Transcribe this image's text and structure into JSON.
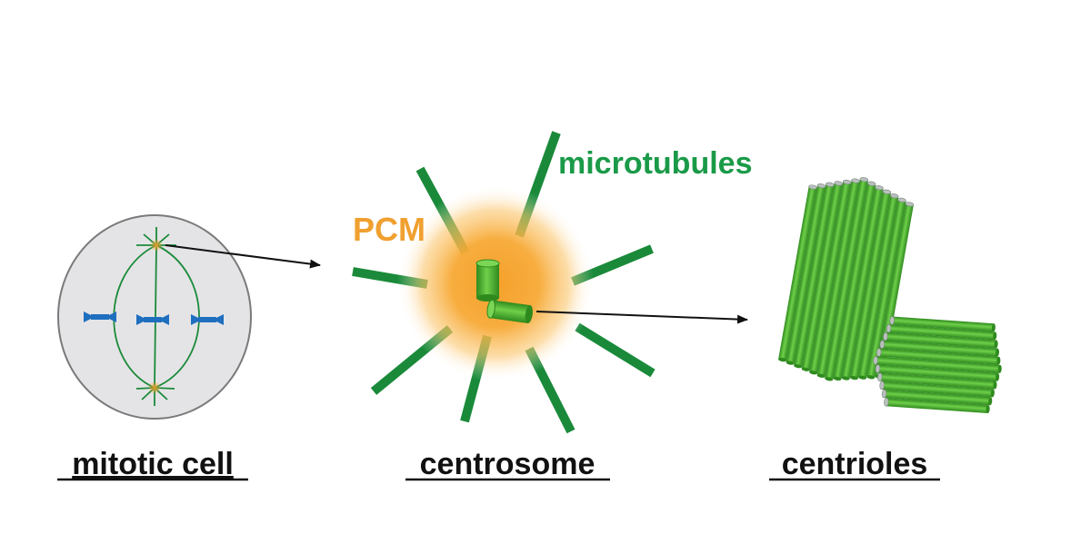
{
  "labels": {
    "pcm": "PCM",
    "microtubules": "microtubules"
  },
  "captions": {
    "mitotic_cell": "mitotic cell",
    "centrosome": "centrosome",
    "centrioles": "centrioles"
  },
  "colors": {
    "microtubule_green": "#1a8a3a",
    "label_green": "#1a9a48",
    "pcm_orange": "#f5a02a",
    "pcm_label": "#f0a030",
    "chromosome_blue": "#1f6fc0",
    "cell_fill": "#e4e4e6",
    "cell_outline": "#7a7a7a",
    "centriole_green": "#5cc23a",
    "centriole_dark": "#2f8a1e",
    "centriole_cap": "#b8c0bc",
    "arrow": "#111111"
  }
}
